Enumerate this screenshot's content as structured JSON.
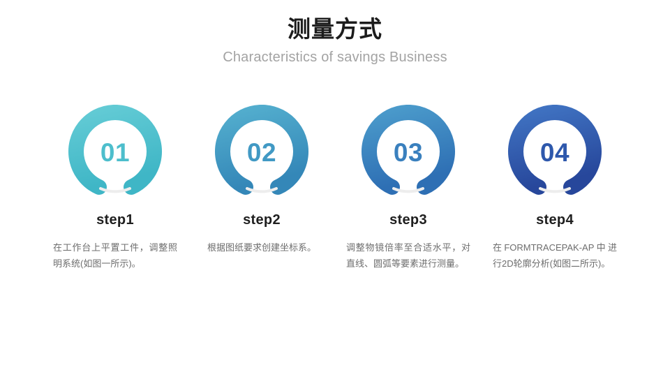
{
  "header": {
    "title": "测量方式",
    "subtitle": "Characteristics of savings Business"
  },
  "steps": [
    {
      "number": "01",
      "label": "step1",
      "description": "在工作台上平置工件，调整照明系统(如图一所示)。",
      "color_start": "#63CBD5",
      "color_end": "#3FB6C6",
      "number_color": "#4DBECC",
      "track_color": "#EDEDED"
    },
    {
      "number": "02",
      "label": "step2",
      "description": "根据图纸要求创建坐标系。",
      "color_start": "#53AECE",
      "color_end": "#3487B8",
      "number_color": "#4199C4",
      "track_color": "#EDEDED"
    },
    {
      "number": "03",
      "label": "step3",
      "description": "调整物镜倍率至合适水平，对直线、圆弧等要素进行测量。",
      "color_start": "#4B9BCB",
      "color_end": "#2E6FB4",
      "number_color": "#3A80BE",
      "track_color": "#EDEDED"
    },
    {
      "number": "04",
      "label": "step4",
      "description": "在FORMTRACEPAK-AP中进行2D轮廓分析(如图二所示)。",
      "color_start": "#4073C2",
      "color_end": "#27479B",
      "number_color": "#2E58AC",
      "track_color": "#EDEDED"
    }
  ],
  "theme": {
    "background": "#FFFFFF",
    "title_color": "#1C1C1C",
    "subtitle_color": "#A3A3A3",
    "body_text_color": "#6D6D6D"
  }
}
